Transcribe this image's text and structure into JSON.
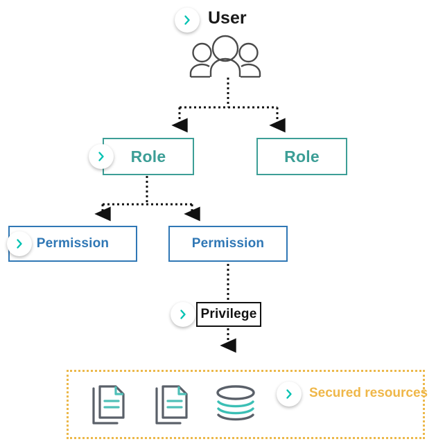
{
  "diagram": {
    "title": "User",
    "nodes": {
      "user": {
        "label": "User",
        "icon": "people-group-icon"
      },
      "role_left": {
        "label": "Role",
        "color": "#3c9e96"
      },
      "role_right": {
        "label": "Role",
        "color": "#3c9e96"
      },
      "permission_left": {
        "label": "Permission",
        "color": "#2f77b5"
      },
      "permission_right": {
        "label": "Permission",
        "color": "#2f77b5"
      },
      "privilege": {
        "label": "Privilege",
        "color": "#111111"
      }
    },
    "secured_resources": {
      "label": "Secured resources",
      "color": "#efb749",
      "border_style": "dotted",
      "items": [
        {
          "icon": "document-icon"
        },
        {
          "icon": "document-icon"
        },
        {
          "icon": "database-icon"
        }
      ]
    },
    "badges": [
      {
        "name": "user",
        "icon": "chevron-right-icon"
      },
      {
        "name": "role",
        "icon": "chevron-right-icon"
      },
      {
        "name": "permission",
        "icon": "chevron-right-icon"
      },
      {
        "name": "privilege",
        "icon": "chevron-right-icon"
      },
      {
        "name": "secured-resources",
        "icon": "chevron-right-icon"
      }
    ],
    "connector_style": "dotted-arrow",
    "colors": {
      "teal": "#3c9e96",
      "chevron_teal": "#00c2b2",
      "blue": "#2f77b5",
      "black": "#111111",
      "amber": "#efb749",
      "icon_gray": "#5a6069",
      "icon_teal": "#4fc0b8"
    }
  }
}
